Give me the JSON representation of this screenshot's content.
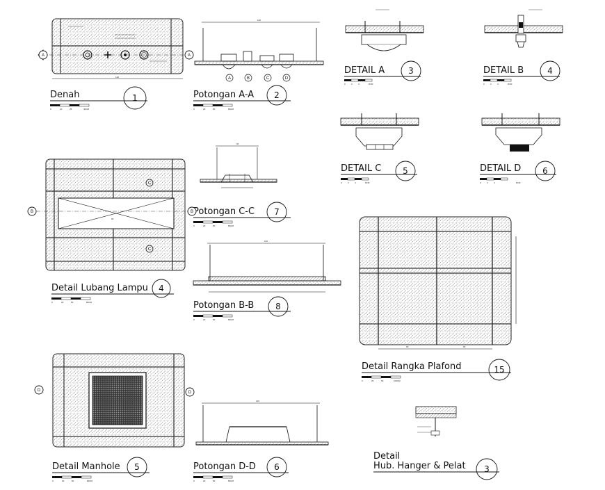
{
  "drawings": [
    {
      "title": "Denah",
      "number": "1",
      "scale": [
        "0",
        "10",
        "25",
        "40CM"
      ]
    },
    {
      "title": "Potongan A-A",
      "number": "2",
      "scale": [
        "0",
        "20",
        "50",
        "80CM"
      ]
    },
    {
      "title": "DETAIL A",
      "number": "3",
      "scale": [
        "0",
        "2",
        "4",
        "8CM"
      ]
    },
    {
      "title": "DETAIL B",
      "number": "4",
      "scale": [
        "0",
        "2",
        "4",
        "8CM"
      ]
    },
    {
      "title": "DETAIL C",
      "number": "5",
      "scale": [
        "0",
        "2",
        "4",
        "8CM"
      ]
    },
    {
      "title": "DETAIL D",
      "number": "6",
      "scale": [
        "0",
        "2",
        "4",
        "8CM"
      ]
    },
    {
      "title": "Potongan C-C",
      "number": "7",
      "scale": [
        "0",
        "20",
        "50",
        "80CM"
      ]
    },
    {
      "title": "Detail Lubang Lampu",
      "number": "4",
      "scale": [
        "0",
        "20",
        "50",
        "80CM"
      ]
    },
    {
      "title": "Potongan B-B",
      "number": "8",
      "scale": [
        "0",
        "20",
        "50",
        "80CM"
      ]
    },
    {
      "title": "Detail Rangka Plafond",
      "number": "15",
      "scale": [
        "0",
        "25",
        "50",
        "100CM"
      ]
    },
    {
      "title": "Detail Manhole",
      "number": "5",
      "scale": [
        "0",
        "30",
        "60",
        "80CM"
      ]
    },
    {
      "title": "Potongan D-D",
      "number": "6",
      "scale": [
        "0",
        "20",
        "50",
        "80CM"
      ]
    },
    {
      "title": "Detail",
      "subtitle": "Hub. Hanger & Pelat",
      "number": "3",
      "scale": []
    }
  ],
  "section_markers": {
    "a": "A",
    "b": "B",
    "c": "C",
    "d": "D"
  },
  "dimensions": {
    "denah_width": "120",
    "potongan_aa_width": "120",
    "potongan_cc_width": "60",
    "potongan_bb_width": "120",
    "potongan_dd_width": "120",
    "lubang_lampu_width": "60",
    "rangka_side": "60"
  }
}
